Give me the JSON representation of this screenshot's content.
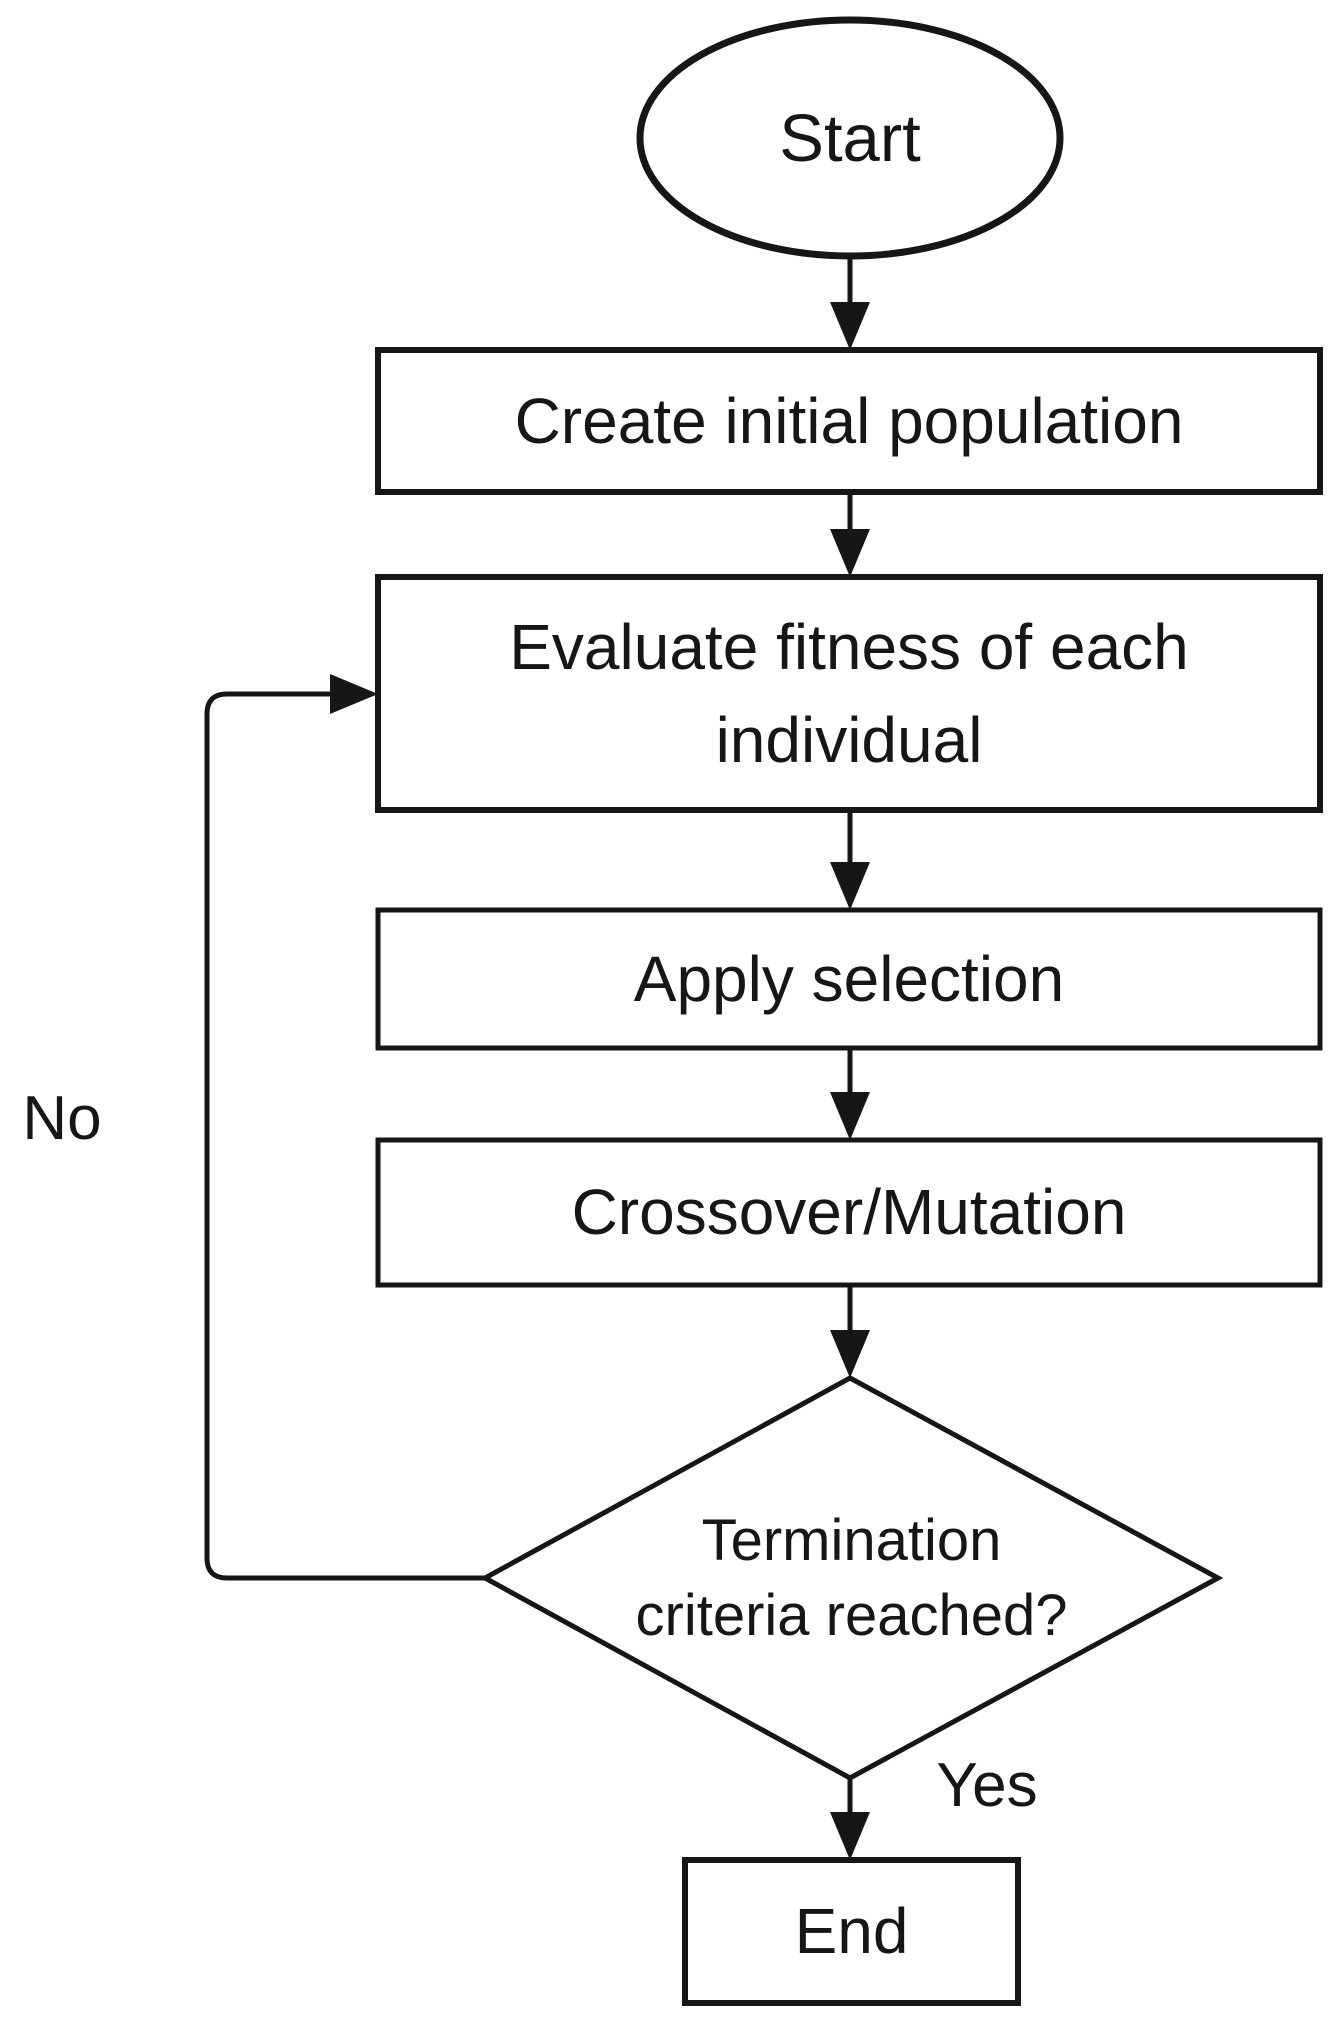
{
  "diagram": {
    "kind": "flowchart",
    "colors": {
      "stroke": "#161616",
      "text": "#161616",
      "background": "#ffffff"
    },
    "nodes": {
      "start": {
        "label": "Start"
      },
      "create_population": {
        "label": "Create initial population"
      },
      "evaluate_fitness": {
        "line1": "Evaluate fitness of each",
        "line2": "individual"
      },
      "apply_selection": {
        "label": "Apply selection"
      },
      "crossover_mutation": {
        "label": "Crossover/Mutation"
      },
      "termination": {
        "line1": "Termination",
        "line2": "criteria reached?"
      },
      "end": {
        "label": "End"
      }
    },
    "edge_labels": {
      "no": "No",
      "yes": "Yes"
    }
  }
}
